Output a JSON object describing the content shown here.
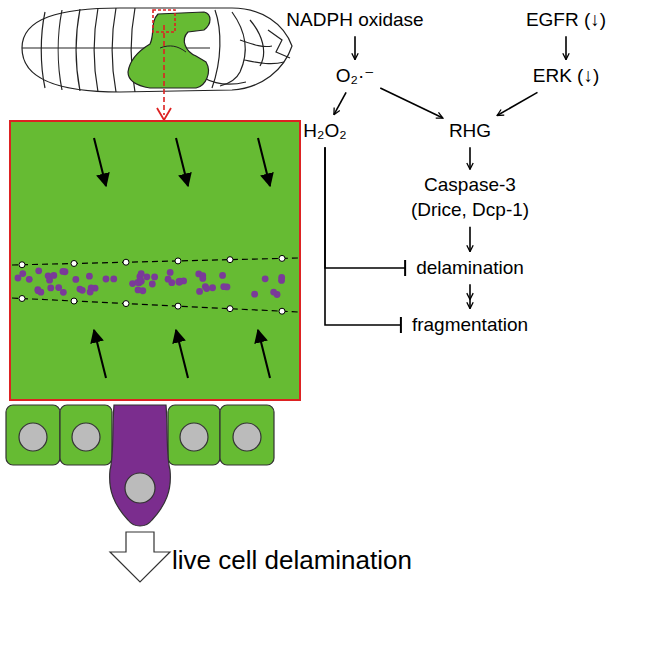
{
  "diagram": {
    "nodes": [
      {
        "text": [
          "NADPH oxidase"
        ]
      },
      {
        "text": [
          "EGFR (↓)"
        ]
      },
      {
        "text": [
          "O₂·⁻"
        ]
      },
      {
        "text": [
          "ERK (↓)"
        ]
      },
      {
        "text": [
          "H₂O₂"
        ]
      },
      {
        "text": [
          "RHG"
        ]
      },
      {
        "text": [
          "Caspase-3 (Drice, Dcp-1)"
        ]
      },
      {
        "text": [
          "delamination"
        ]
      },
      {
        "text": [
          "fragmentation"
        ]
      }
    ],
    "edges": [
      {
        "from": 0,
        "to": 2,
        "arrow": "to"
      },
      {
        "from": 1,
        "to": 3,
        "arrow": "to"
      },
      {
        "from": 2,
        "to": 4,
        "arrow": "to"
      },
      {
        "from": 2,
        "to": 5,
        "arrow": "to"
      },
      {
        "from": 3,
        "to": 5,
        "arrow": "to"
      },
      {
        "from": 5,
        "to": 6,
        "arrow": "to"
      },
      {
        "from": 6,
        "to": 7,
        "arrow": "to"
      },
      {
        "from": 7,
        "to": 8,
        "arrow": "to"
      },
      {
        "from": 4,
        "to": 7,
        "arrow": "to"
      },
      {
        "from": 4,
        "to": 8,
        "arrow": "to"
      }
    ],
    "labels": [
      "live cell delamination"
    ]
  }
}
